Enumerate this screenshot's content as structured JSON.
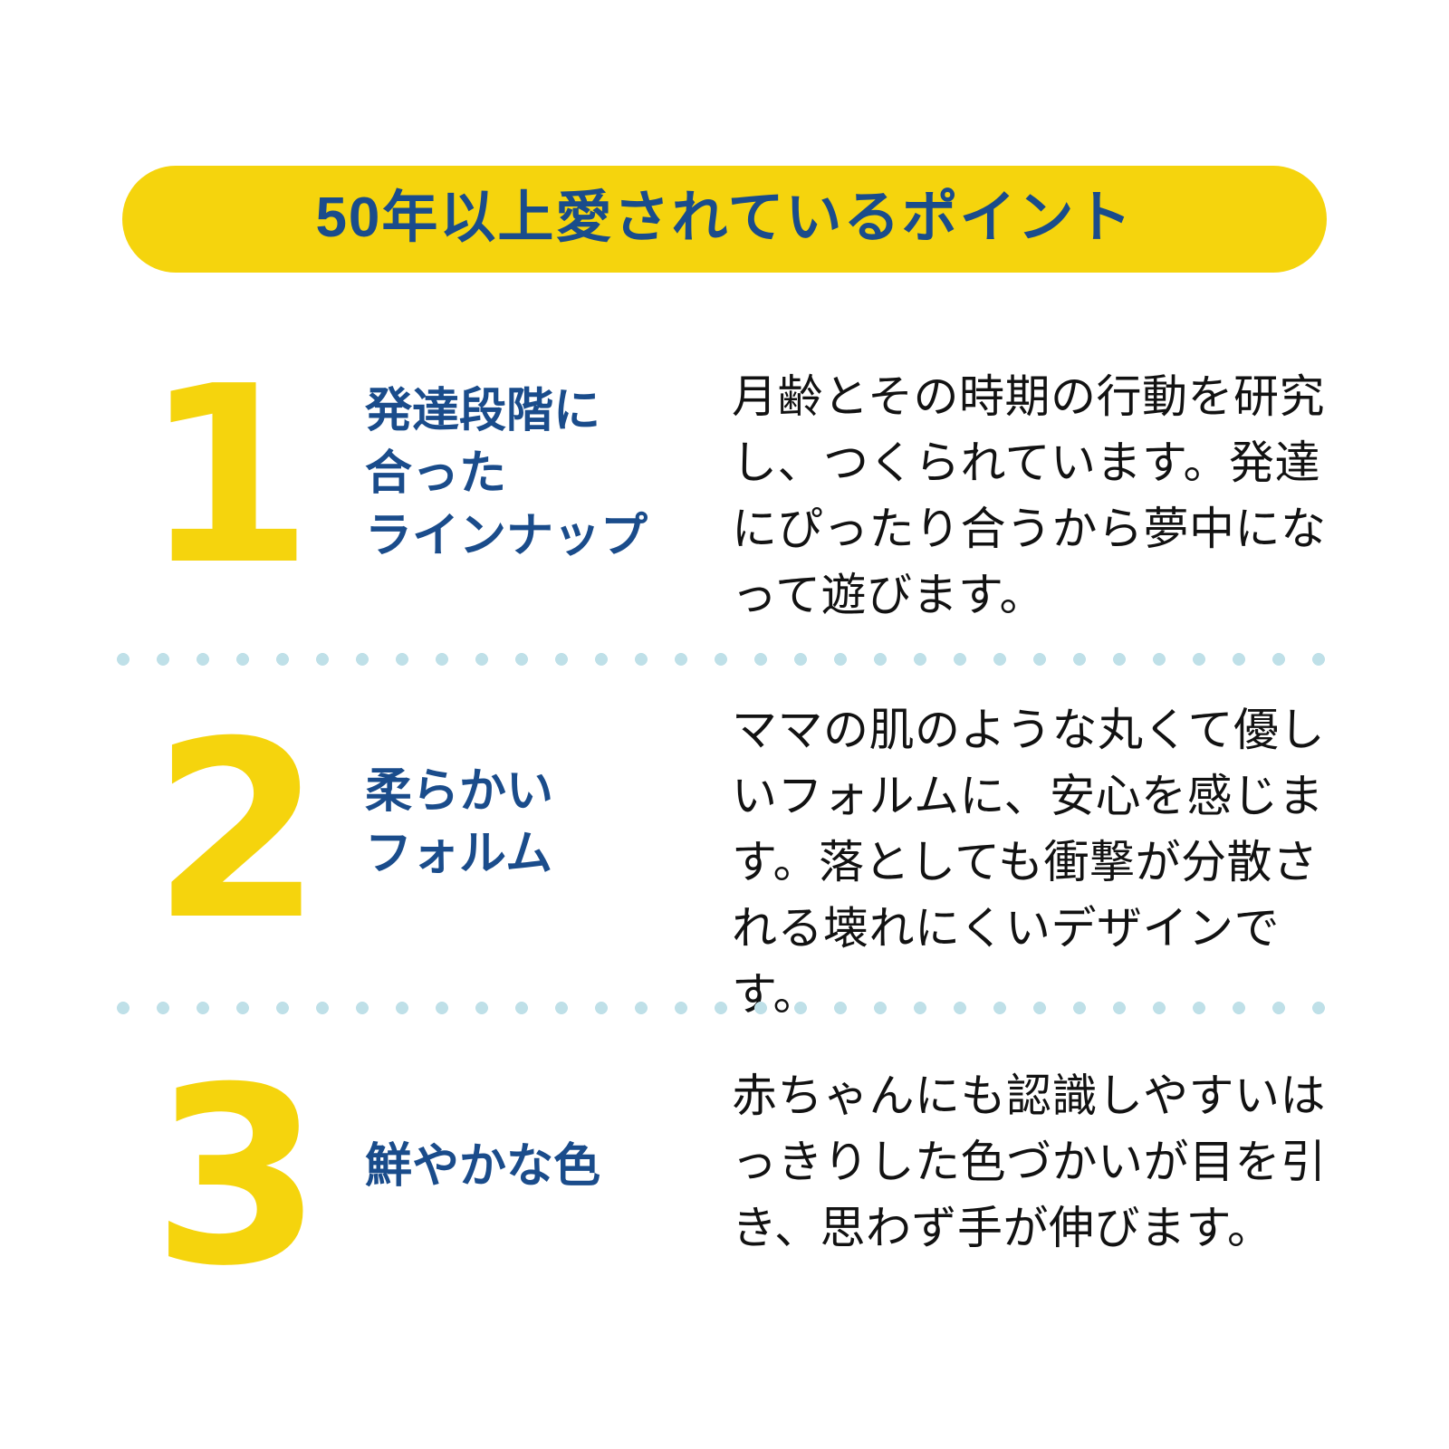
{
  "header": {
    "title": "50年以上愛されているポイント",
    "pill_color": "#F5D40D",
    "title_color": "#1A4C8B"
  },
  "colors": {
    "yellow": "#F5D40D",
    "navy": "#1A4C8B",
    "body_text": "#121212",
    "divider_dot": "#BFE0E8",
    "background": "#FFFFFF"
  },
  "points": [
    {
      "number": "1",
      "heading": "発達段階に\n合った\nラインナップ",
      "body": "月齢とその時期の行動を研究し、つくられています。発達にぴったり合うから夢中になって遊びます。"
    },
    {
      "number": "2",
      "heading": "柔らかい\nフォルム",
      "body": "ママの肌のような丸くて優しいフォルムに、安心を感じます。落としても衝撃が分散される壊れにくいデザインです。"
    },
    {
      "number": "3",
      "heading": "鮮やかな色",
      "body": "赤ちゃんにも認識しやすいはっきりした色づかいが目を引き、思わず手が伸びます。"
    }
  ]
}
